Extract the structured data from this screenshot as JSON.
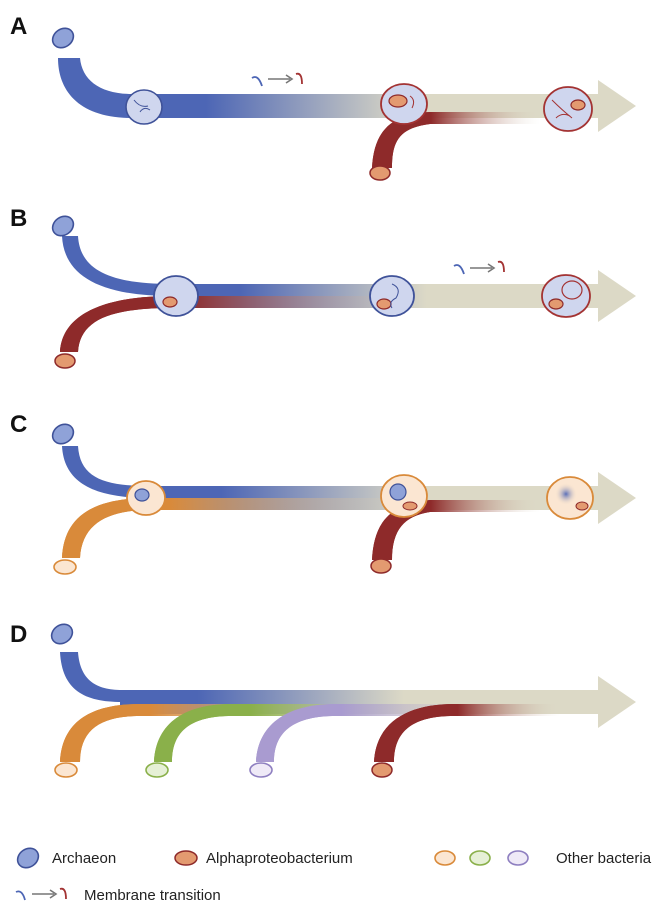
{
  "panels": [
    {
      "label": "A"
    },
    {
      "label": "B"
    },
    {
      "label": "C"
    },
    {
      "label": "D"
    }
  ],
  "legend": {
    "archaeon": "Archaeon",
    "alphaproteobacterium": "Alphaproteobacterium",
    "other_bacteria": "Other bacteria",
    "membrane_transition": "Membrane transition"
  },
  "colors": {
    "archaeon": "#5a6fb8",
    "archaeon_fill": "#97a8dc",
    "alphaproteobacterium": "#8e2a2a",
    "orange_bacterium": "#d98a3a",
    "green_bacterium": "#8ab04a",
    "purple_bacterium": "#a99bd0",
    "trunk": "#dcd9c6",
    "cell_fill": "#cfd6ee",
    "membrane_red": "#a33333"
  },
  "icons": {
    "archaeon": "archaeon-icon",
    "alphaproteobacterium": "alphaproteobacterium-icon",
    "cell": "eukaryotic-cell-icon",
    "transition": "membrane-transition-icon"
  }
}
